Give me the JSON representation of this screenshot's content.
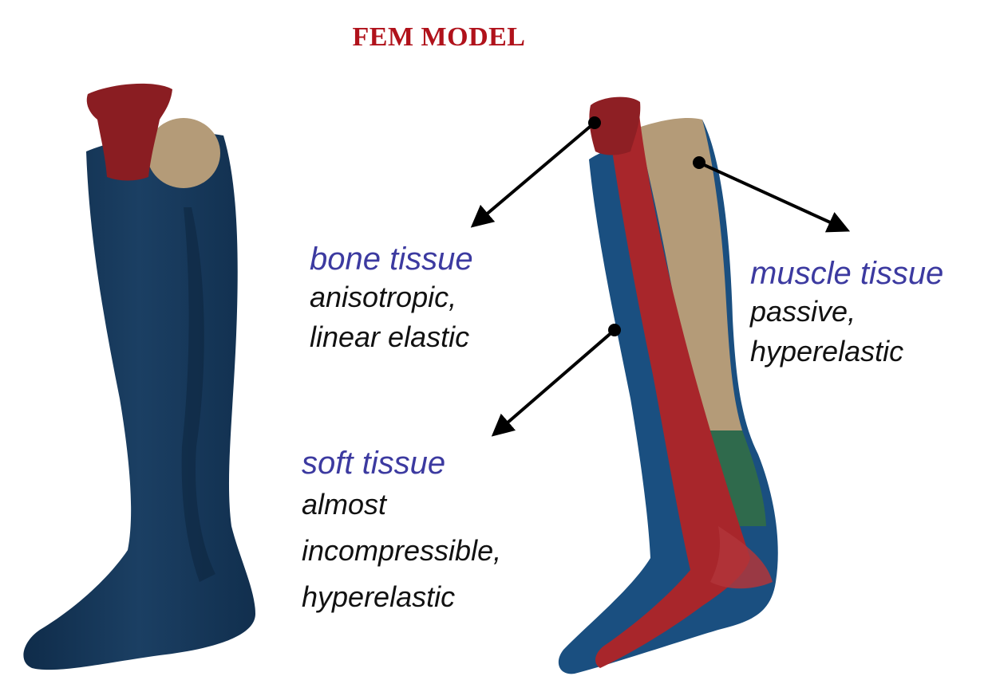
{
  "title": "FEM MODEL",
  "colors": {
    "title": "#b0121b",
    "label_name": "#3c3aa0",
    "label_desc": "#111111",
    "skin": "#17375a",
    "bone": "#9c2226",
    "muscle": "#b49b78",
    "green_region": "#2f6a4c",
    "arrow": "#000000"
  },
  "labels": {
    "bone": {
      "name": "bone tissue",
      "desc_1": "anisotropic,",
      "desc_2": "linear elastic"
    },
    "muscle": {
      "name": "muscle tissue",
      "desc_1": "passive,",
      "desc_2": "hyperelastic"
    },
    "soft": {
      "name": "soft tissue",
      "desc_1": "almost",
      "desc_2": "incompressible,",
      "desc_3": "hyperelastic"
    }
  }
}
